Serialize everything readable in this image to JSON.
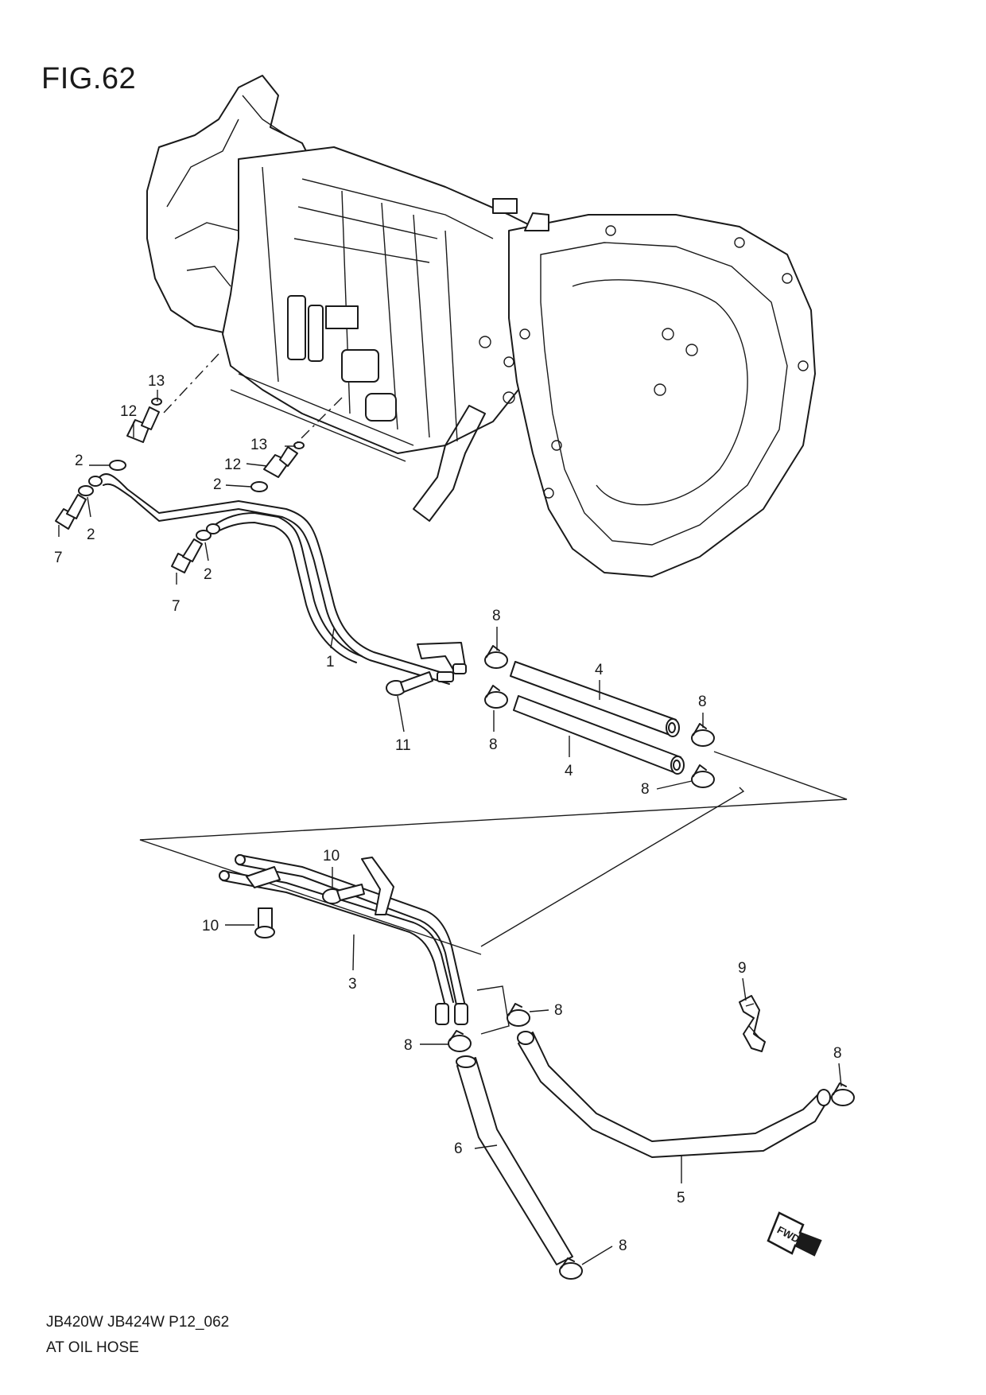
{
  "figure": {
    "title": "FIG.62",
    "code": "JB420W JB424W P12_062",
    "caption": "AT OIL HOSE",
    "fwd_label": "FWD"
  },
  "callouts": [
    {
      "name": "callout-13-upper",
      "label": "13"
    },
    {
      "name": "callout-12-upper",
      "label": "12"
    },
    {
      "name": "callout-2-a",
      "label": "2"
    },
    {
      "name": "callout-2-b",
      "label": "2"
    },
    {
      "name": "callout-7-a",
      "label": "7"
    },
    {
      "name": "callout-13-lower",
      "label": "13"
    },
    {
      "name": "callout-12-lower",
      "label": "12"
    },
    {
      "name": "callout-2-c",
      "label": "2"
    },
    {
      "name": "callout-2-d",
      "label": "2"
    },
    {
      "name": "callout-7-b",
      "label": "7"
    },
    {
      "name": "callout-1",
      "label": "1"
    },
    {
      "name": "callout-8-a",
      "label": "8"
    },
    {
      "name": "callout-4-upper",
      "label": "4"
    },
    {
      "name": "callout-8-b",
      "label": "8"
    },
    {
      "name": "callout-11",
      "label": "11"
    },
    {
      "name": "callout-8-c",
      "label": "8"
    },
    {
      "name": "callout-4-lower",
      "label": "4"
    },
    {
      "name": "callout-8-d",
      "label": "8"
    },
    {
      "name": "callout-10-a",
      "label": "10"
    },
    {
      "name": "callout-10-b",
      "label": "10"
    },
    {
      "name": "callout-3",
      "label": "3"
    },
    {
      "name": "callout-9",
      "label": "9"
    },
    {
      "name": "callout-8-e",
      "label": "8"
    },
    {
      "name": "callout-8-f",
      "label": "8"
    },
    {
      "name": "callout-8-g",
      "label": "8"
    },
    {
      "name": "callout-6",
      "label": "6"
    },
    {
      "name": "callout-5",
      "label": "5"
    },
    {
      "name": "callout-8-h",
      "label": "8"
    }
  ]
}
